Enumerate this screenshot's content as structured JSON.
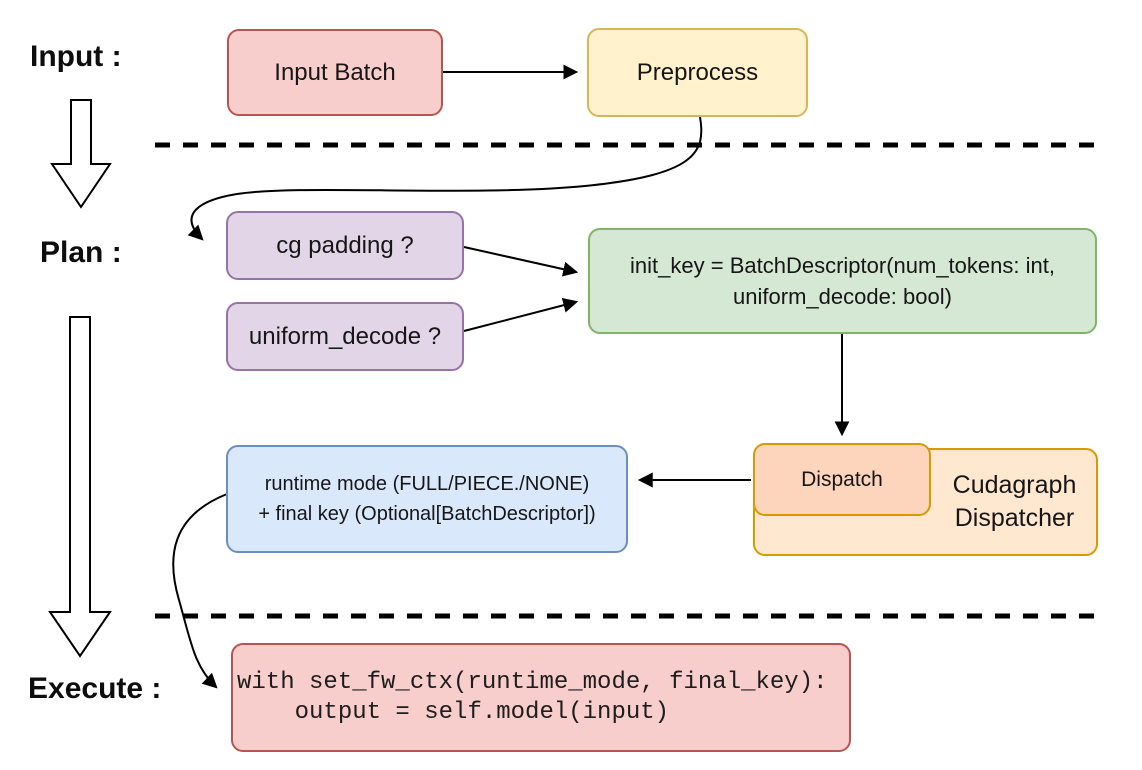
{
  "stage_labels": {
    "input": "Input :",
    "plan": "Plan :",
    "execute": "Execute :"
  },
  "nodes": {
    "input_batch": {
      "label": "Input Batch"
    },
    "preprocess": {
      "label": "Preprocess"
    },
    "cg_padding": {
      "label": "cg padding ?"
    },
    "uniform_decode": {
      "label": "uniform_decode ?"
    },
    "init_key": {
      "lines": [
        "init_key = BatchDescriptor(num_tokens: int,",
        "uniform_decode: bool)"
      ]
    },
    "runtime_mode": {
      "lines": [
        "runtime mode (FULL/PIECE./NONE)",
        "+ final key (Optional[BatchDescriptor])"
      ]
    },
    "dispatch": {
      "label": "Dispatch"
    },
    "cudagraph_dispatcher": {
      "lines": [
        "Cudagraph",
        "Dispatcher"
      ]
    },
    "execute_code": {
      "lines": [
        "with set_fw_ctx(runtime_mode, final_key):",
        "    output = self.model(input)"
      ]
    }
  },
  "colors": {
    "pink_fill": "#f8cecc",
    "pink_stroke": "#b85450",
    "yellow_fill": "#fff2cc",
    "yellow_stroke": "#d6b656",
    "purple_fill": "#e1d5e7",
    "purple_stroke": "#9673a6",
    "green_fill": "#d5e8d4",
    "green_stroke": "#82b366",
    "blue_fill": "#dae8fc",
    "blue_stroke": "#6c8ebf",
    "orange_fill": "#ffe7d0",
    "orange_inner_fill": "#fdd5bc",
    "orange_stroke": "#d79b00",
    "edge_color": "#000000"
  }
}
